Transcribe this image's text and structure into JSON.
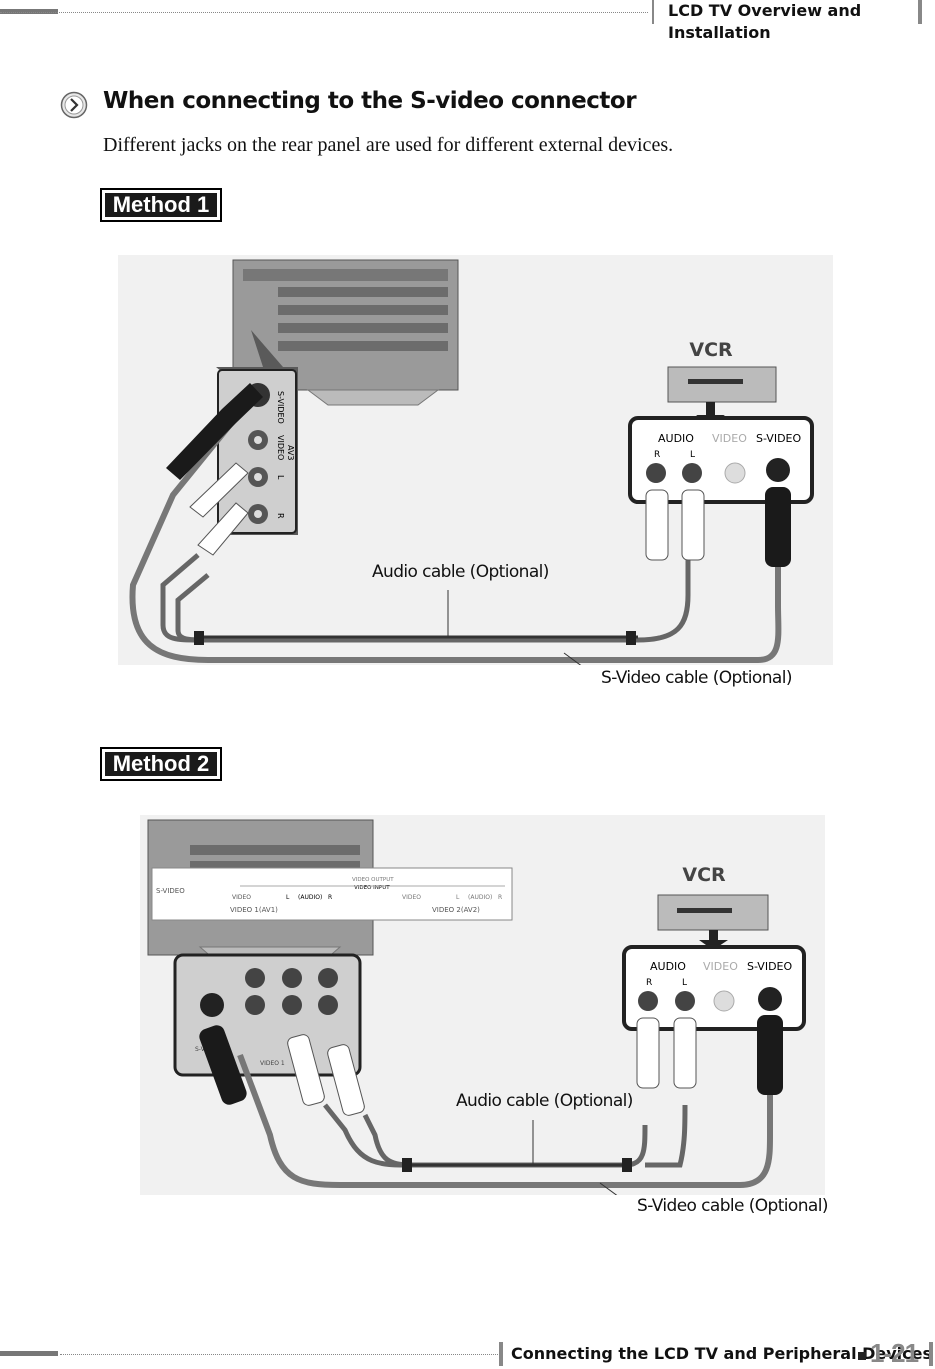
{
  "header": {
    "title": "LCD TV Overview and Installation"
  },
  "section": {
    "title": "When connecting to the S-video connector",
    "intro": "Different jacks on the rear panel are used for different external devices."
  },
  "method1": {
    "badge": "Method 1",
    "tv_jacks": [
      "S-VIDEO",
      "VIDEO",
      "AV3",
      "L",
      "R"
    ],
    "vcr_label": "VCR",
    "vcr_panel": {
      "audio": "AUDIO",
      "video": "VIDEO",
      "svideo": "S-VIDEO",
      "r": "R",
      "l": "L"
    },
    "audio_cable": "Audio cable (Optional)",
    "svideo_cable": "S-Video cable (Optional)"
  },
  "method2": {
    "badge": "Method 2",
    "tv_strip": {
      "svideo": "S-VIDEO",
      "video": "VIDEO",
      "audio_l": "L",
      "audio_mid": "(AUDIO)",
      "audio_r": "R",
      "video_output": "VIDEO OUTPUT",
      "video_input": "VIDEO INPUT",
      "video2": "VIDEO",
      "l2": "L",
      "audio2": "(AUDIO)",
      "r2": "R",
      "av1": "VIDEO 1(AV1)",
      "av2": "VIDEO 2(AV2)"
    },
    "tv_panel": {
      "svideo": "S-VID",
      "video1": "VIDEO 1"
    },
    "vcr_label": "VCR",
    "vcr_panel": {
      "audio": "AUDIO",
      "video": "VIDEO",
      "svideo": "S-VIDEO",
      "r": "R",
      "l": "L"
    },
    "audio_cable": "Audio cable (Optional)",
    "svideo_cable": "S-Video cable (Optional)"
  },
  "footer": {
    "title": "Connecting the LCD TV and Peripheral Devices",
    "page": "1-21"
  }
}
